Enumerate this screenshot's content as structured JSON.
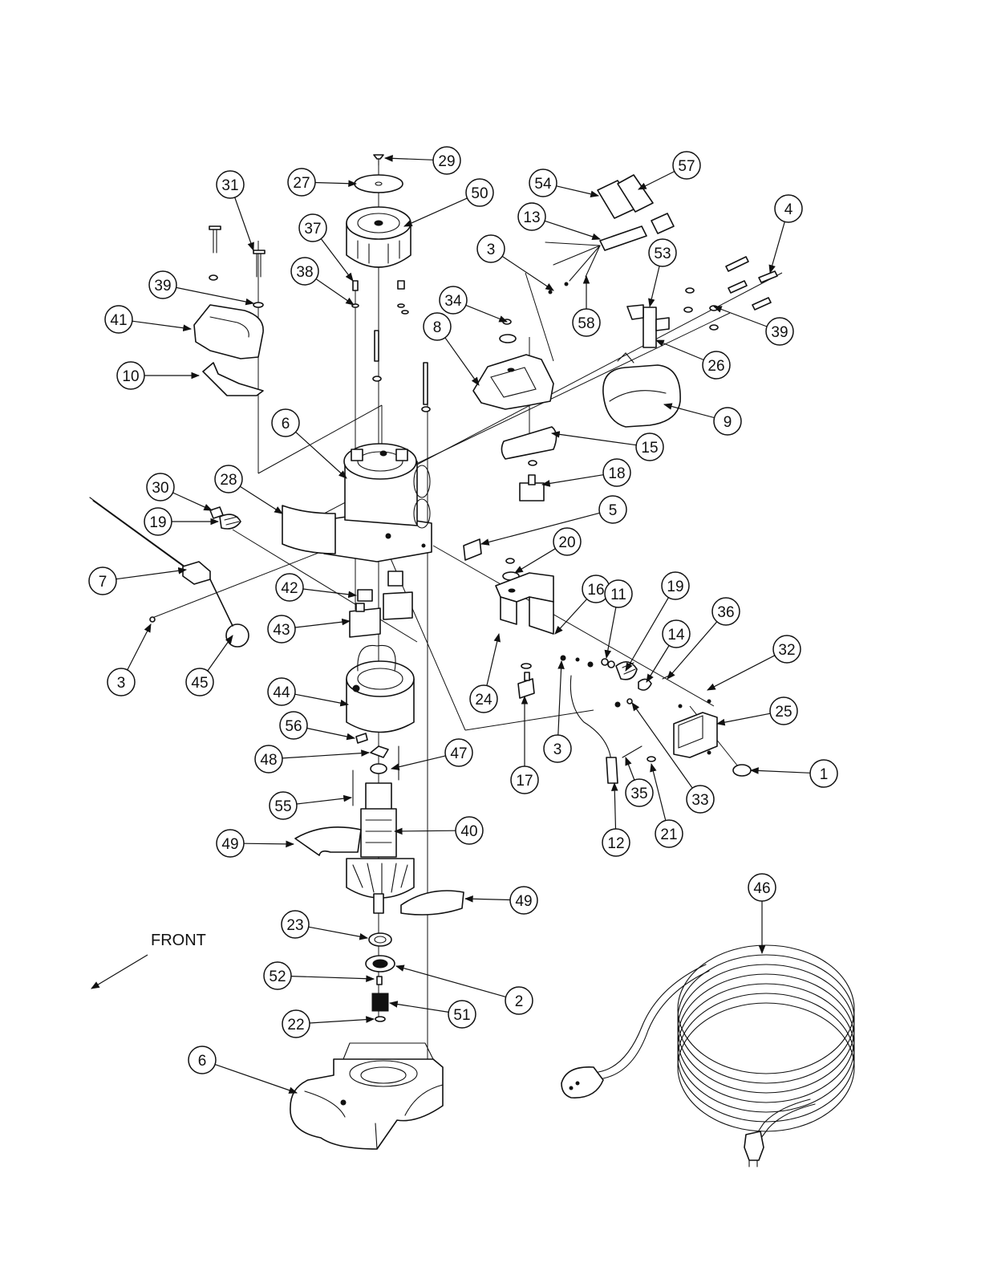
{
  "front_label": "FRONT",
  "callouts": [
    "29",
    "27",
    "50",
    "31",
    "37",
    "38",
    "39",
    "41",
    "10",
    "54",
    "57",
    "13",
    "3",
    "53",
    "4",
    "34",
    "58",
    "39",
    "26",
    "8",
    "9",
    "6",
    "28",
    "30",
    "19",
    "15",
    "18",
    "5",
    "20",
    "7",
    "42",
    "43",
    "45",
    "3",
    "16",
    "11",
    "19",
    "36",
    "14",
    "32",
    "24",
    "3",
    "25",
    "17",
    "44",
    "56",
    "48",
    "47",
    "55",
    "49",
    "40",
    "35",
    "21",
    "33",
    "1",
    "12",
    "46",
    "49",
    "23",
    "52",
    "2",
    "51",
    "22",
    "6"
  ],
  "colors": {
    "ink": "#111111",
    "paper": "#ffffff"
  }
}
